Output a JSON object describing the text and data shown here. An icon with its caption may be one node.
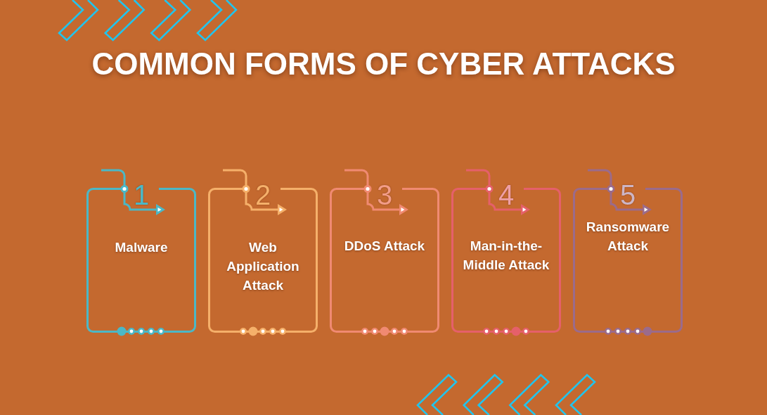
{
  "diagram": {
    "title": "COMMON FORMS OF CYBER ATTACKS",
    "nodes": [
      {
        "text": [
          "1",
          "Malware"
        ]
      },
      {
        "text": [
          "2",
          "Web Application Attack"
        ]
      },
      {
        "text": [
          "3",
          "DDoS Attack"
        ]
      },
      {
        "text": [
          "4",
          "Man-in-the-Middle Attack"
        ]
      },
      {
        "text": [
          "5",
          "Ransomware Attack"
        ]
      }
    ]
  }
}
